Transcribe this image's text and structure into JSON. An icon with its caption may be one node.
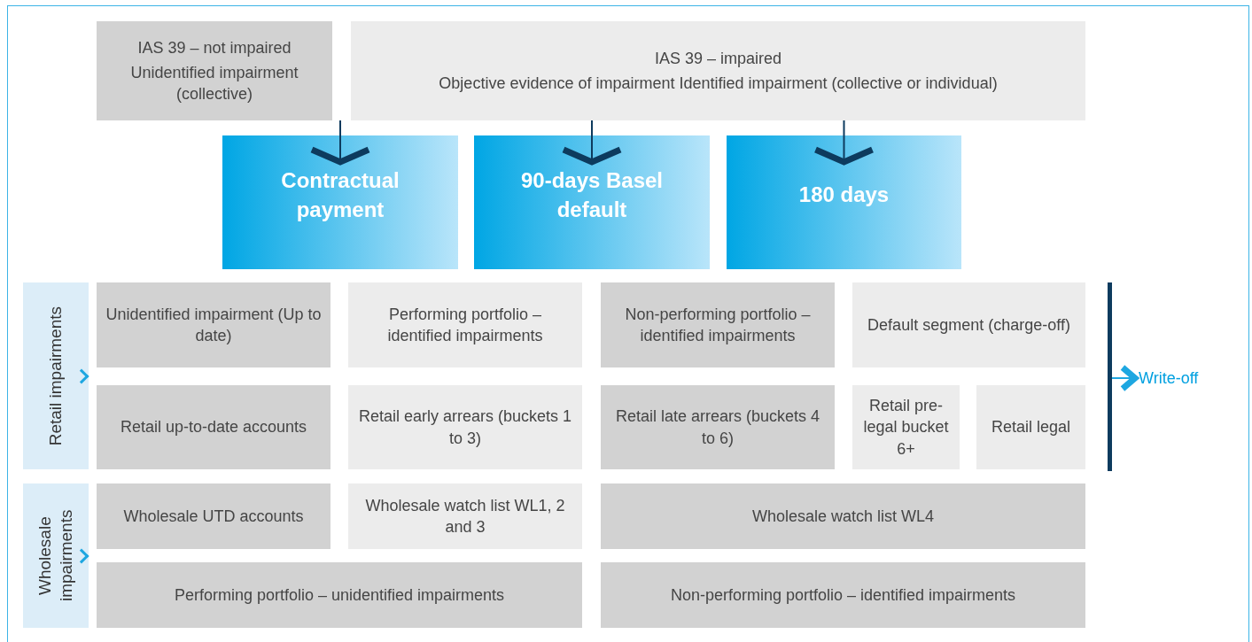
{
  "diagram": {
    "nodes": [
      {
        "text": [
          "IAS 39 – not impaired",
          "Unidentified impairment (collective)"
        ]
      },
      {
        "text": [
          "IAS 39 – impaired",
          "Objective evidence of impairment Identified impairment (collective or individual)"
        ]
      },
      {
        "text": [
          "Contractual payment"
        ]
      },
      {
        "text": [
          "90-days Basel default"
        ]
      },
      {
        "text": [
          "180 days"
        ]
      },
      {
        "text": [
          "Retail impairments"
        ]
      },
      {
        "text": [
          "Unidentified impairment (Up to date)"
        ]
      },
      {
        "text": [
          "Performing portfolio – identified impairments"
        ]
      },
      {
        "text": [
          "Non-performing portfolio – identified impairments"
        ]
      },
      {
        "text": [
          "Default segment (charge-off)"
        ]
      },
      {
        "text": [
          "Retail up-to-date accounts"
        ]
      },
      {
        "text": [
          "Retail early arrears (buckets 1 to 3)"
        ]
      },
      {
        "text": [
          "Retail late arrears (buckets 4 to 6)"
        ]
      },
      {
        "text": [
          "Retail pre-legal bucket 6+"
        ]
      },
      {
        "text": [
          "Retail legal"
        ]
      },
      {
        "text": [
          "Wholesale impairments"
        ]
      },
      {
        "text": [
          "Wholesale UTD accounts"
        ]
      },
      {
        "text": [
          "Wholesale watch list WL1, 2 and 3"
        ]
      },
      {
        "text": [
          "Wholesale watch list WL4"
        ]
      },
      {
        "text": [
          "Performing portfolio – unidentified impairments"
        ]
      },
      {
        "text": [
          "Non-performing portfolio – identified impairments"
        ]
      },
      {
        "text": [],
        "shape": "bar"
      },
      {
        "text": [
          "Write-off"
        ]
      }
    ],
    "edges": [
      {
        "from": 0,
        "to": 2,
        "arrow": "to"
      },
      {
        "from": 1,
        "to": 3,
        "arrow": "to"
      },
      {
        "from": 1,
        "to": 4,
        "arrow": "to"
      },
      {
        "from": 21,
        "to": 22,
        "arrow": "to",
        "color": "#1ea7e1"
      }
    ]
  }
}
